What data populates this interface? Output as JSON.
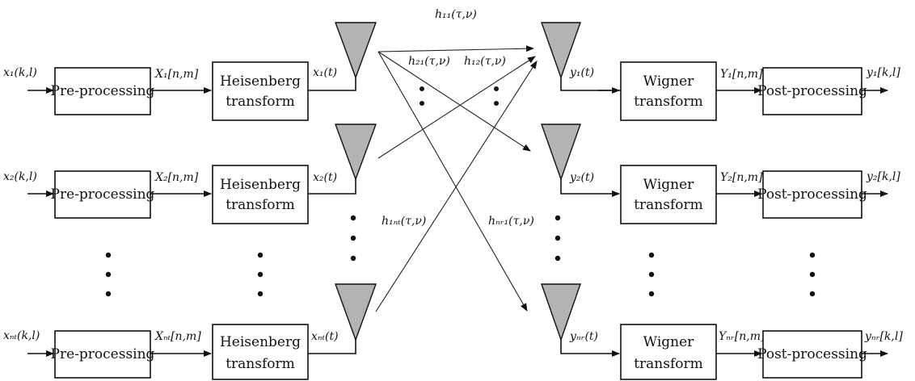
{
  "blocks": {
    "pre": "Pre-processing",
    "heis_1": "Heisenberg",
    "heis_2": "transform",
    "wig_1": "Wigner",
    "wig_2": "transform",
    "post": "Post-processing"
  },
  "tx_rows": [
    {
      "in": "x₁(k,l)",
      "mid": "X₁[n,m]",
      "out": "x₁(t)"
    },
    {
      "in": "x₂(k,l)",
      "mid": "X₂[n,m]",
      "out": "x₂(t)"
    },
    {
      "in": "xₙₜ(k,l)",
      "mid": "Xₙₜ[n,m]",
      "out": "xₙₜ(t)"
    }
  ],
  "rx_rows": [
    {
      "in": "y₁(t)",
      "mid": "Y₁[n,m]",
      "out": "y₁[k,l]"
    },
    {
      "in": "y₂(t)",
      "mid": "Y₂[n,m]",
      "out": "y₂[k,l]"
    },
    {
      "in": "yₙᵣ(t)",
      "mid": "Yₙᵣ[n,m]",
      "out": "yₙᵣ[k,l]"
    }
  ],
  "channels": {
    "h11": "h₁₁(τ,ν)",
    "h21": "h₂₁(τ,ν)",
    "h12": "h₁₂(τ,ν)",
    "h1nt": "h₁ₙₜ(τ,ν)",
    "hnr1": "hₙᵣ₁(τ,ν)"
  }
}
